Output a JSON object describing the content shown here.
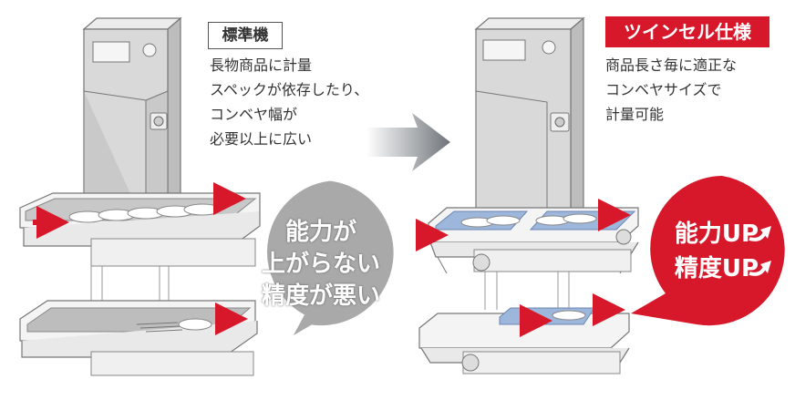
{
  "standard": {
    "label": "標準機",
    "desc": [
      "長物商品に計量",
      "スペックが依存したり、",
      "コンベヤ幅が",
      "必要以上に広い"
    ],
    "bubble": [
      "能力が",
      "上がらない",
      "精度が悪い"
    ]
  },
  "twin_cell": {
    "label": "ツインセル仕様",
    "desc": [
      "商品長さ毎に適正な",
      "コンベヤサイズで",
      "計量可能"
    ],
    "bubble": [
      "能力UP",
      "精度UP"
    ]
  },
  "colors": {
    "accent_red": "#d7182a",
    "conveyor_blue": "#9db6db",
    "belt_gray": "#c9c9c9",
    "machine_gray": "#d8d8d8",
    "bubble_gray": "#a9a9a9"
  },
  "icons": [
    "flow-arrow-icon",
    "curved-up-arrow-icon",
    "direction-arrow-icon"
  ]
}
